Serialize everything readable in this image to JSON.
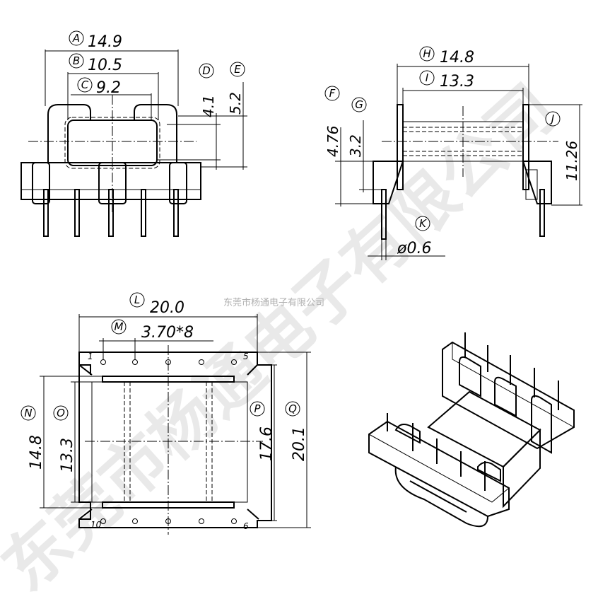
{
  "watermark": {
    "small_text": "东莞市杨通电子有限公司",
    "big_text": "东莞市杨通电子有限公司",
    "color": "#e6e6e6"
  },
  "front_view": {
    "dims": [
      {
        "letter": "A",
        "value": "14.9"
      },
      {
        "letter": "B",
        "value": "10.5"
      },
      {
        "letter": "C",
        "value": "9.2"
      },
      {
        "letter": "D",
        "value": "4.1"
      },
      {
        "letter": "E",
        "value": "5.2"
      }
    ]
  },
  "side_view": {
    "dims": [
      {
        "letter": "H",
        "value": "14.8"
      },
      {
        "letter": "I",
        "value": "13.3"
      },
      {
        "letter": "F",
        "value": "4.76"
      },
      {
        "letter": "G",
        "value": "3.2"
      },
      {
        "letter": "J",
        "value": "11.26"
      },
      {
        "letter": "K",
        "value": "ø0.6"
      }
    ]
  },
  "bottom_view": {
    "dims": [
      {
        "letter": "L",
        "value": "20.0"
      },
      {
        "letter": "M",
        "value": "3.70*8"
      },
      {
        "letter": "N",
        "value": "14.8"
      },
      {
        "letter": "O",
        "value": "13.3"
      },
      {
        "letter": "P",
        "value": "17.6"
      },
      {
        "letter": "Q",
        "value": "20.1"
      }
    ],
    "pin_labels": [
      "1",
      "5",
      "10",
      "6"
    ]
  }
}
